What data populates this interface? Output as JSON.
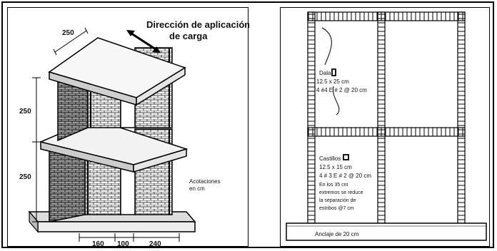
{
  "left": {
    "title_line1": "Dirección de aplicación",
    "title_line2": "de carga",
    "dim_top": "250",
    "dim_mid": "250",
    "dim_low": "250",
    "dim_base1": "160",
    "dim_base2": "100",
    "dim_base3": "240",
    "units_line1": "Acotaciones",
    "units_line2": "en cm"
  },
  "right": {
    "dala_label": "Dala",
    "dala_size": "12.5 x 25 cm",
    "dala_rebar": "4 #4   E # 2 @ 20 cm",
    "castillos_label": "Castillos",
    "castillos_size": "12.5 x 15 cm",
    "castillos_rebar": "4 # 3   E # 2 @ 20 cm",
    "note_line1": "En los 35 cm",
    "note_line2": "extremos se reduce",
    "note_line3": "la separación de",
    "note_line4": "estribos @7 cm",
    "anchor_label": "Anclaje de 20 cm"
  }
}
